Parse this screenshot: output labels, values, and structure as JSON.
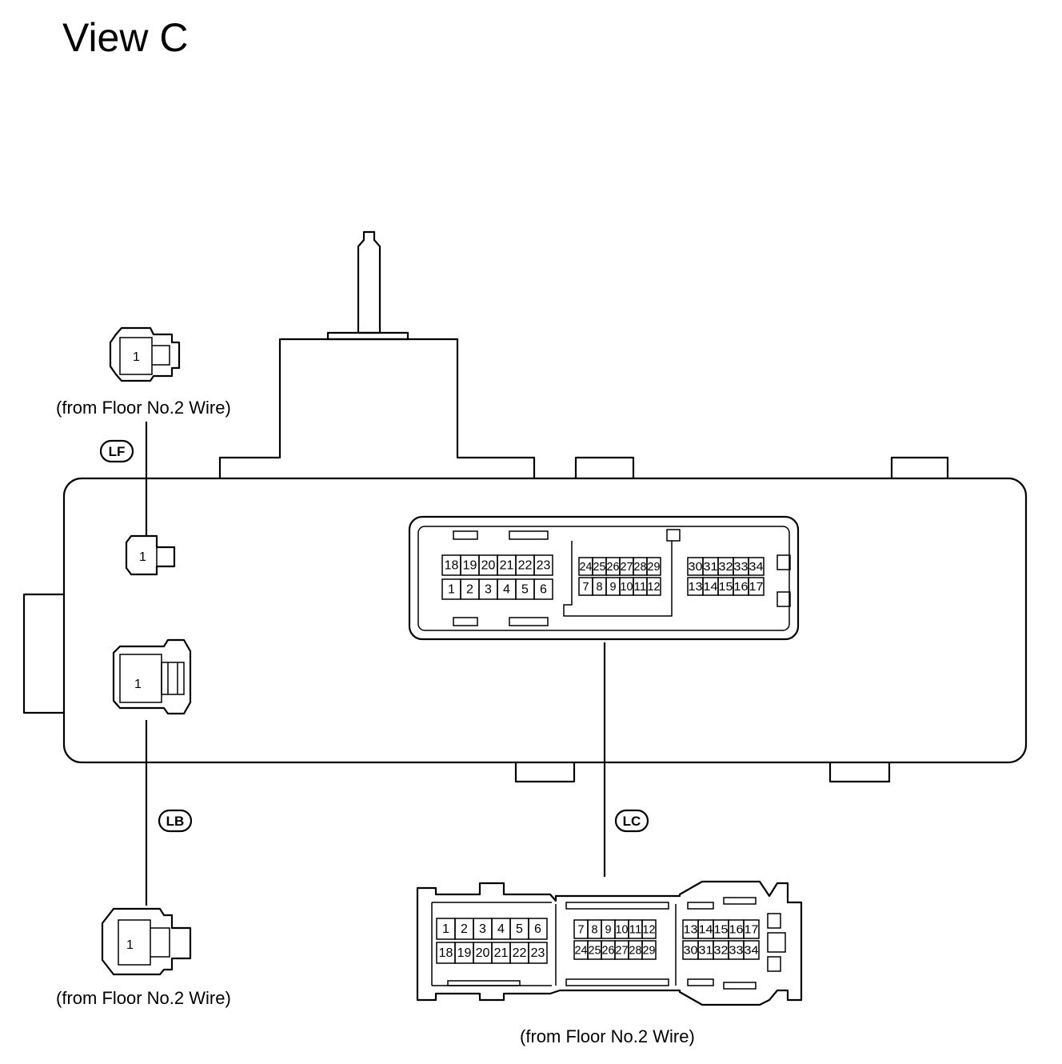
{
  "title": "View C",
  "captions": {
    "lf_wire": "(from Floor No.2 Wire)",
    "lb_wire": "(from Floor No.2 Wire)",
    "lc_wire": "(from Floor No.2 Wire)"
  },
  "tags": {
    "lf": "LF",
    "lb": "LB",
    "lc": "LC"
  },
  "pins": {
    "lf_mating": "1",
    "lf_ecu": "1",
    "lb_ecu": "1",
    "lb_mating": "1"
  },
  "lc_ecu": {
    "left_top": [
      "18",
      "19",
      "20",
      "21",
      "22",
      "23"
    ],
    "left_bottom": [
      "1",
      "2",
      "3",
      "4",
      "5",
      "6"
    ],
    "mid_top": [
      "24",
      "25",
      "26",
      "27",
      "28",
      "29"
    ],
    "mid_bottom": [
      "7",
      "8",
      "9",
      "10",
      "11",
      "12"
    ],
    "right_top": [
      "30",
      "31",
      "32",
      "33",
      "34"
    ],
    "right_bottom": [
      "13",
      "14",
      "15",
      "16",
      "17"
    ]
  },
  "lc_mating": {
    "left_top": [
      "1",
      "2",
      "3",
      "4",
      "5",
      "6"
    ],
    "left_bottom": [
      "18",
      "19",
      "20",
      "21",
      "22",
      "23"
    ],
    "mid_top": [
      "7",
      "8",
      "9",
      "10",
      "11",
      "12"
    ],
    "mid_bottom": [
      "24",
      "25",
      "26",
      "27",
      "28",
      "29"
    ],
    "right_top": [
      "13",
      "14",
      "15",
      "16",
      "17"
    ],
    "right_bottom": [
      "30",
      "31",
      "32",
      "33",
      "34"
    ]
  }
}
